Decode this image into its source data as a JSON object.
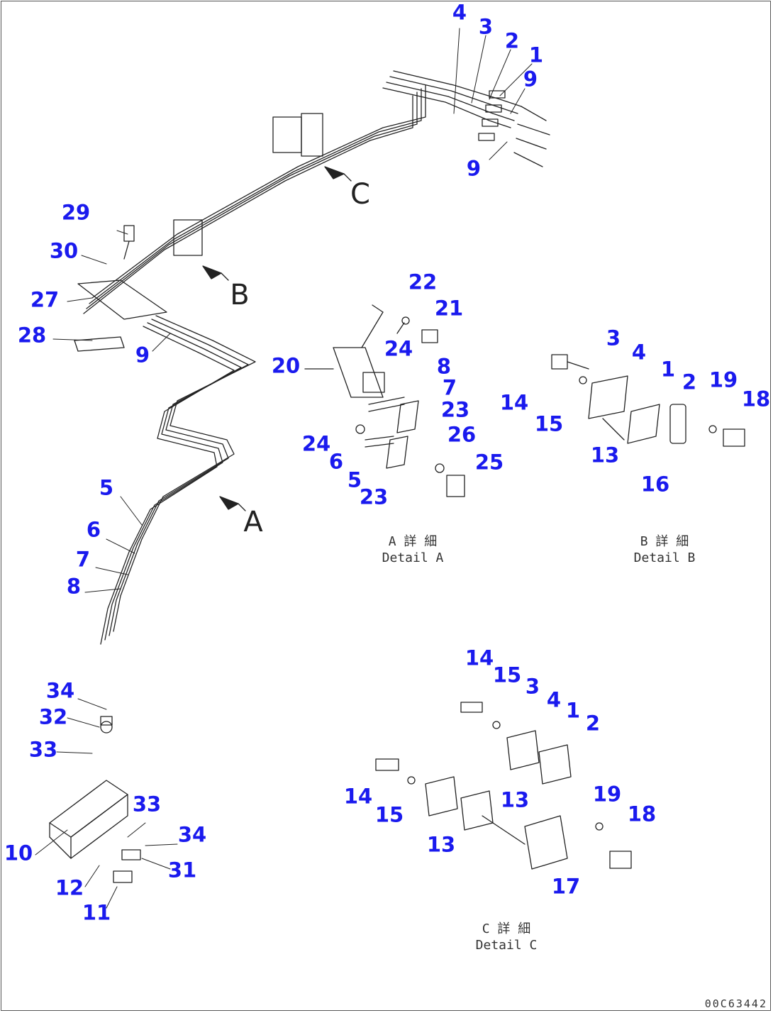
{
  "callouts": [
    "1",
    "2",
    "3",
    "4",
    "5",
    "6",
    "7",
    "8",
    "9",
    "10",
    "11",
    "12",
    "13",
    "14",
    "15",
    "16",
    "17",
    "18",
    "19",
    "20",
    "21",
    "22",
    "23",
    "24",
    "25",
    "26",
    "27",
    "28",
    "29",
    "30",
    "31",
    "32",
    "33",
    "34"
  ],
  "view_letters": {
    "a": "A",
    "b": "B",
    "c": "C"
  },
  "captions": {
    "detail_a": {
      "jp": "A 詳 細",
      "en": "Detail A"
    },
    "detail_b": {
      "jp": "B 詳 細",
      "en": "Detail B"
    },
    "detail_c": {
      "jp": "C 詳 細",
      "en": "Detail C"
    }
  },
  "part_number": "00C63442",
  "colors": {
    "callout": "#1a1aee",
    "line": "#222222"
  }
}
